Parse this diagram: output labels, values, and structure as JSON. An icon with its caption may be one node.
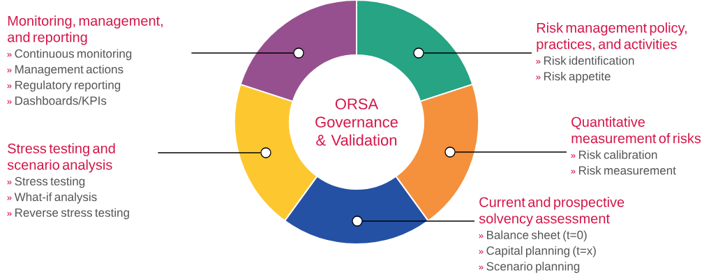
{
  "diagram": {
    "nodes": [
      {
        "text": [
          "Monitoring, management, and reporting",
          "Continuous monitoring",
          "Management actions",
          "Regulatory reporting",
          "Dashboards/KPIs"
        ]
      },
      {
        "text": [
          "Risk management policy, practices, and activities",
          "Risk identification",
          "Risk appetite"
        ]
      },
      {
        "text": [
          "ORSA Governance & Validation"
        ]
      },
      {
        "text": [
          "Quantitative measurement of risks",
          "Risk calibration",
          "Risk measurement"
        ]
      },
      {
        "text": [
          "Stress testing and scenario analysis",
          "Stress testing",
          "What-if analysis",
          "Reverse stress testing"
        ]
      },
      {
        "text": [
          "Current and prospective solvency assessment",
          "Balance sheet (t=0)",
          "Capital planning (t=x)",
          "Scenario planning"
        ]
      },
      {
        "text": [],
        "shape": "sector"
      },
      {
        "text": [],
        "shape": "sector"
      },
      {
        "text": [],
        "shape": "sector"
      },
      {
        "text": [],
        "shape": "sector"
      },
      {
        "text": [],
        "shape": "sector"
      },
      {
        "text": [],
        "shape": "circle",
        "in": 6
      },
      {
        "text": [],
        "shape": "circle",
        "in": 7
      },
      {
        "text": [],
        "shape": "circle",
        "in": 8
      },
      {
        "text": [],
        "shape": "circle",
        "in": 9
      },
      {
        "text": [],
        "shape": "circle",
        "in": 10
      }
    ],
    "edges": [
      {
        "from": 0,
        "to": 12,
        "arrow": "none"
      },
      {
        "from": 1,
        "to": 14,
        "arrow": "none"
      },
      {
        "from": 3,
        "to": 15,
        "arrow": "none"
      },
      {
        "from": 4,
        "to": 11,
        "arrow": "none"
      },
      {
        "from": 5,
        "to": 13,
        "arrow": "none"
      }
    ]
  }
}
